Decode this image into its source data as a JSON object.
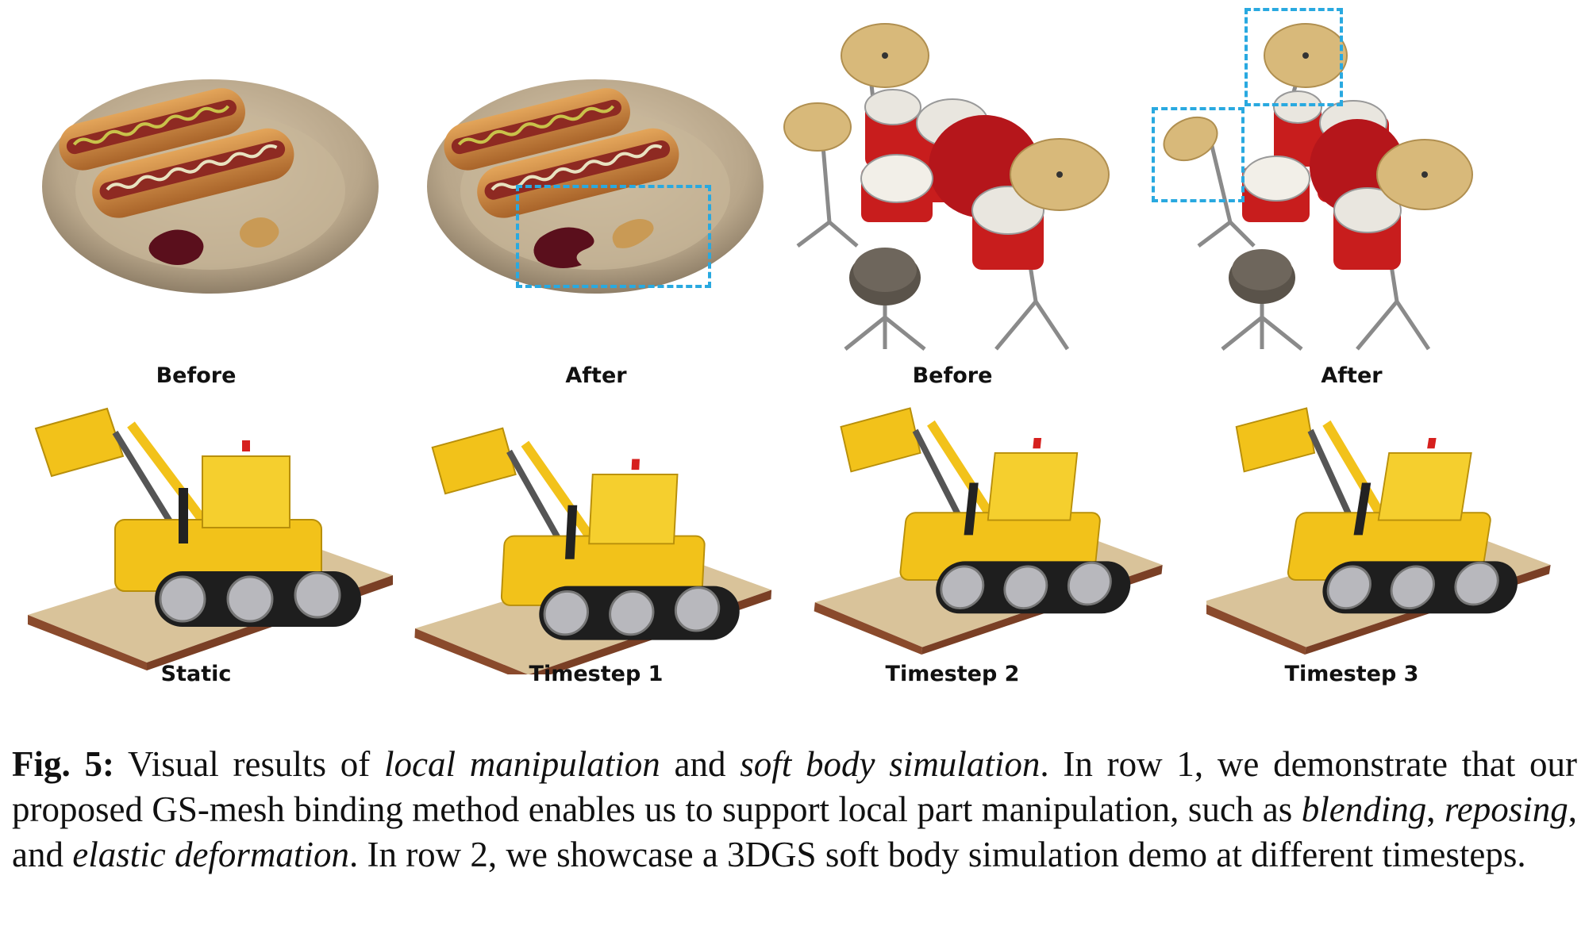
{
  "row1": {
    "labels": [
      "Before",
      "After",
      "Before",
      "After"
    ]
  },
  "row2": {
    "labels": [
      "Static",
      "Timestep 1",
      "Timestep 2",
      "Timestep 3"
    ]
  },
  "caption": {
    "fig_label": "Fig. 5:",
    "t1": " Visual results of ",
    "e1": "local manipulation",
    "t2": " and ",
    "e2": "soft body simulation",
    "t3": ". In row 1, we demonstrate that our proposed GS-mesh binding method enables us to support local part manipulation, such as ",
    "e3": "blending",
    "t4": ", ",
    "e4": "reposing",
    "t5": ", and ",
    "e5": "elastic deformation",
    "t6": ". In row 2, we showcase a 3DGS soft body simulation demo at different timesteps."
  },
  "colors": {
    "highlight_box": "#29a9e0",
    "drum_red": "#c81d1d",
    "cymbal": "#d8b97a",
    "lego_yellow": "#f2c21a",
    "plate": "#c9b79c"
  },
  "icons": [
    "hotdog-plate-image",
    "drum-kit-image",
    "lego-bulldozer-image"
  ]
}
